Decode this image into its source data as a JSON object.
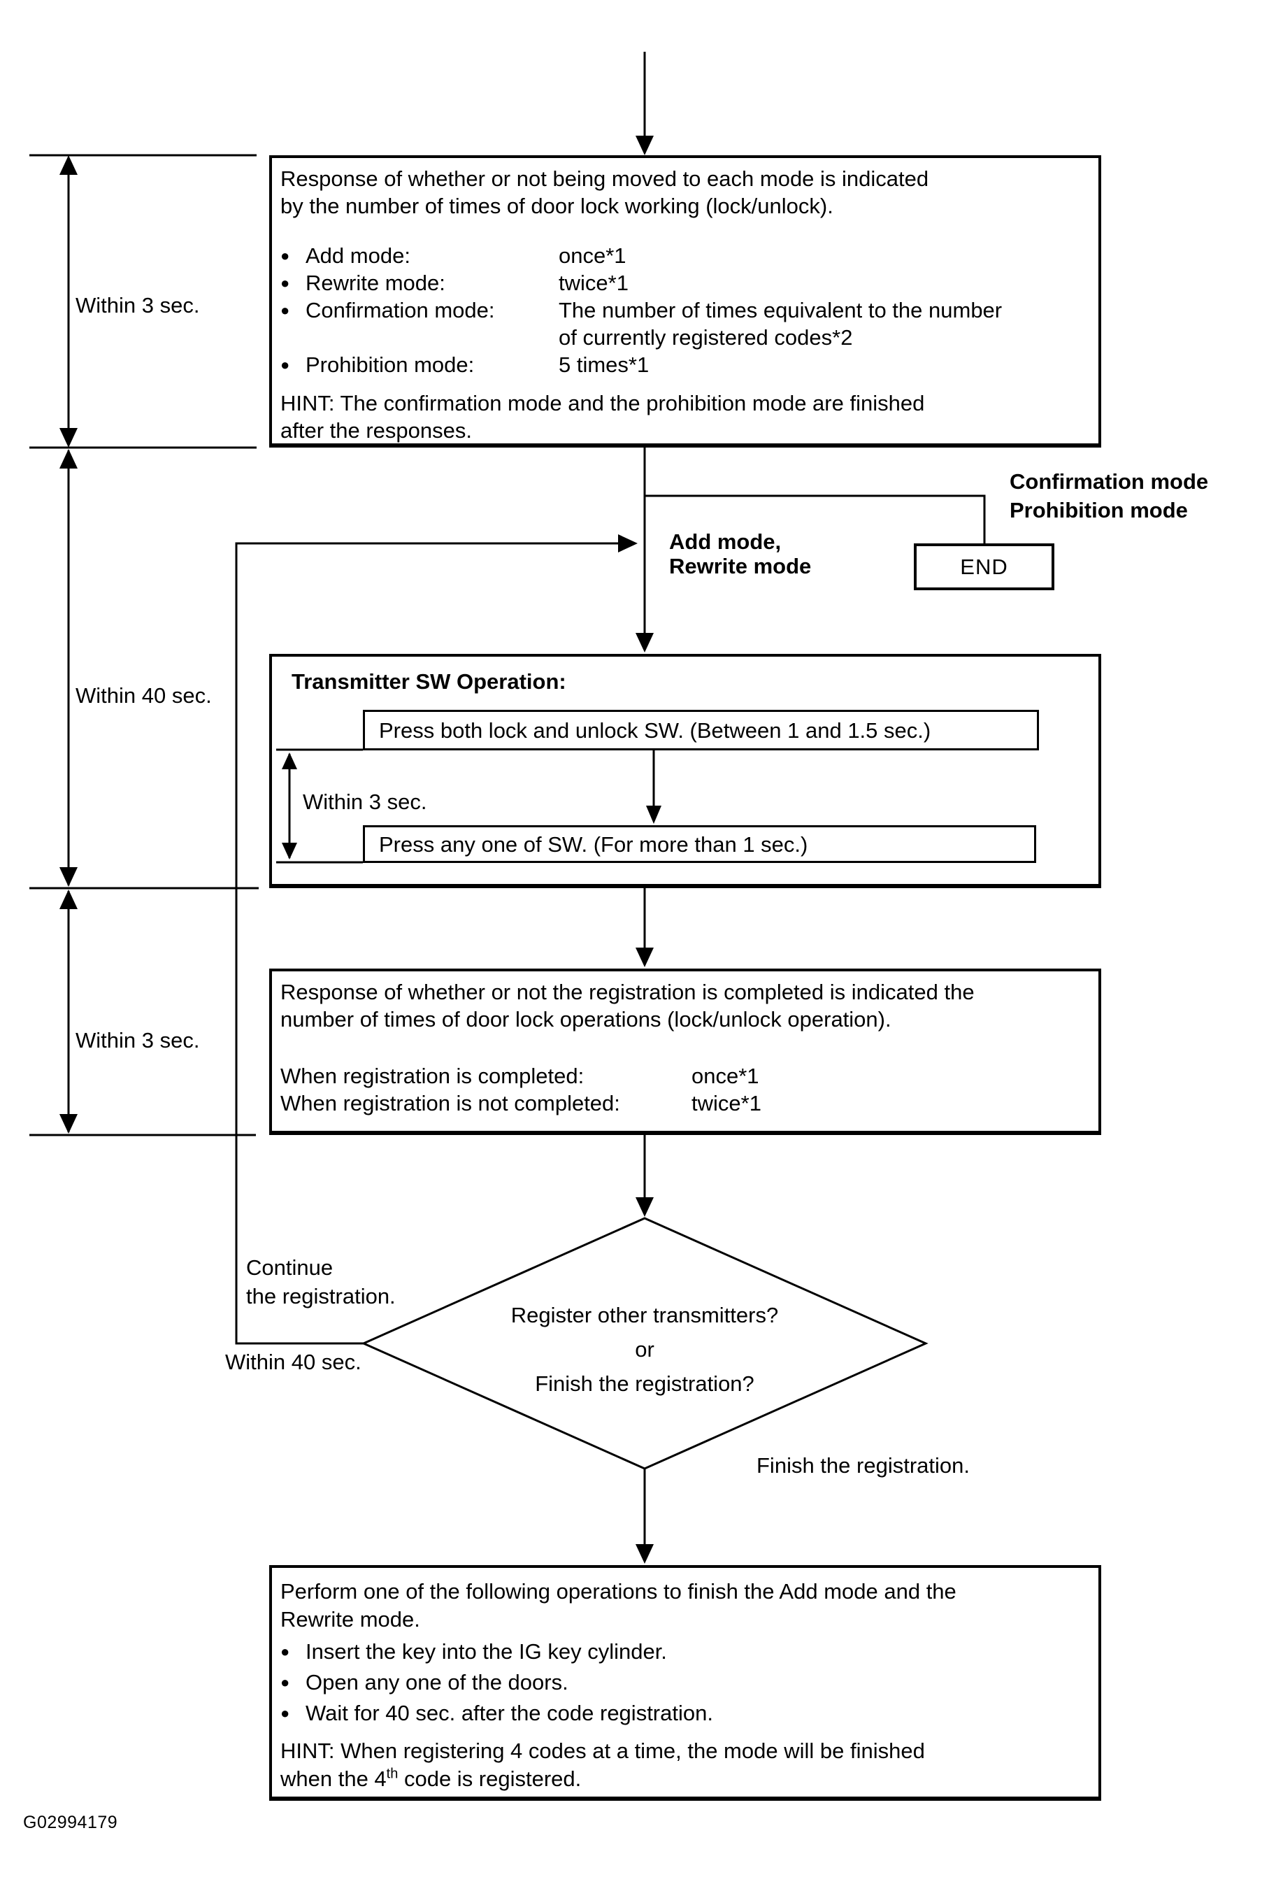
{
  "glyphs": {
    "bullet": "●"
  },
  "figure_id": "G02994179",
  "timeline": {
    "span1_label": "Within 3 sec.",
    "span2_label": "Within 40 sec.",
    "span3_label": "Within 3 sec."
  },
  "box_mode_response": {
    "line1": "Response of whether or not being moved to each mode is indicated",
    "line2": "by the number of times of door lock working (lock/unlock).",
    "bullets": [
      {
        "label": "Add mode:",
        "value": [
          "once*1"
        ]
      },
      {
        "label": "Rewrite mode:",
        "value": [
          "twice*1"
        ]
      },
      {
        "label": "Confirmation mode:",
        "value": [
          "The number of times equivalent to the number",
          "of currently registered codes*2"
        ]
      },
      {
        "label": "Prohibition mode:",
        "value": [
          "5 times*1"
        ]
      }
    ],
    "hint_line1": "HINT: The confirmation mode and the prohibition mode are finished",
    "hint_line2": "after the responses."
  },
  "branch": {
    "confirmation_label_line1": "Confirmation mode",
    "confirmation_label_line2": "Prohibition mode",
    "end_label": "END",
    "add_label_line1": "Add mode,",
    "add_label_line2": "Rewrite mode"
  },
  "box_transmitter": {
    "title": "Transmitter SW Operation:",
    "step1": "Press both lock and unlock SW. (Between 1 and 1.5 sec.)",
    "within_label": "Within 3 sec.",
    "step2": "Press any one of SW. (For more than 1 sec.)"
  },
  "box_registration_response": {
    "line1": "Response of whether or not the registration is completed is indicated the",
    "line2": "number of times of door lock operations (lock/unlock operation).",
    "completed_label": "When registration is completed:",
    "completed_value": "once*1",
    "not_completed_label": "When registration is not completed:",
    "not_completed_value": "twice*1"
  },
  "decision": {
    "line1": "Register other transmitters?",
    "line2": "or",
    "line3": "Finish the registration?",
    "continue_line1": "Continue",
    "continue_line2": "the registration.",
    "within_label": "Within 40 sec.",
    "finish_label": "Finish the registration."
  },
  "box_finish": {
    "line1": "Perform one of the following operations to finish the Add mode and the",
    "line2": "Rewrite mode.",
    "bullets": [
      "Insert the key into the IG key cylinder.",
      "Open any one of the doors.",
      "Wait for 40 sec. after the code registration."
    ],
    "hint_line1": "HINT: When registering 4 codes at a time, the mode will be finished",
    "hint_line2_pre": "when the 4",
    "hint_line2_sup": "th",
    "hint_line2_post": " code is registered."
  }
}
